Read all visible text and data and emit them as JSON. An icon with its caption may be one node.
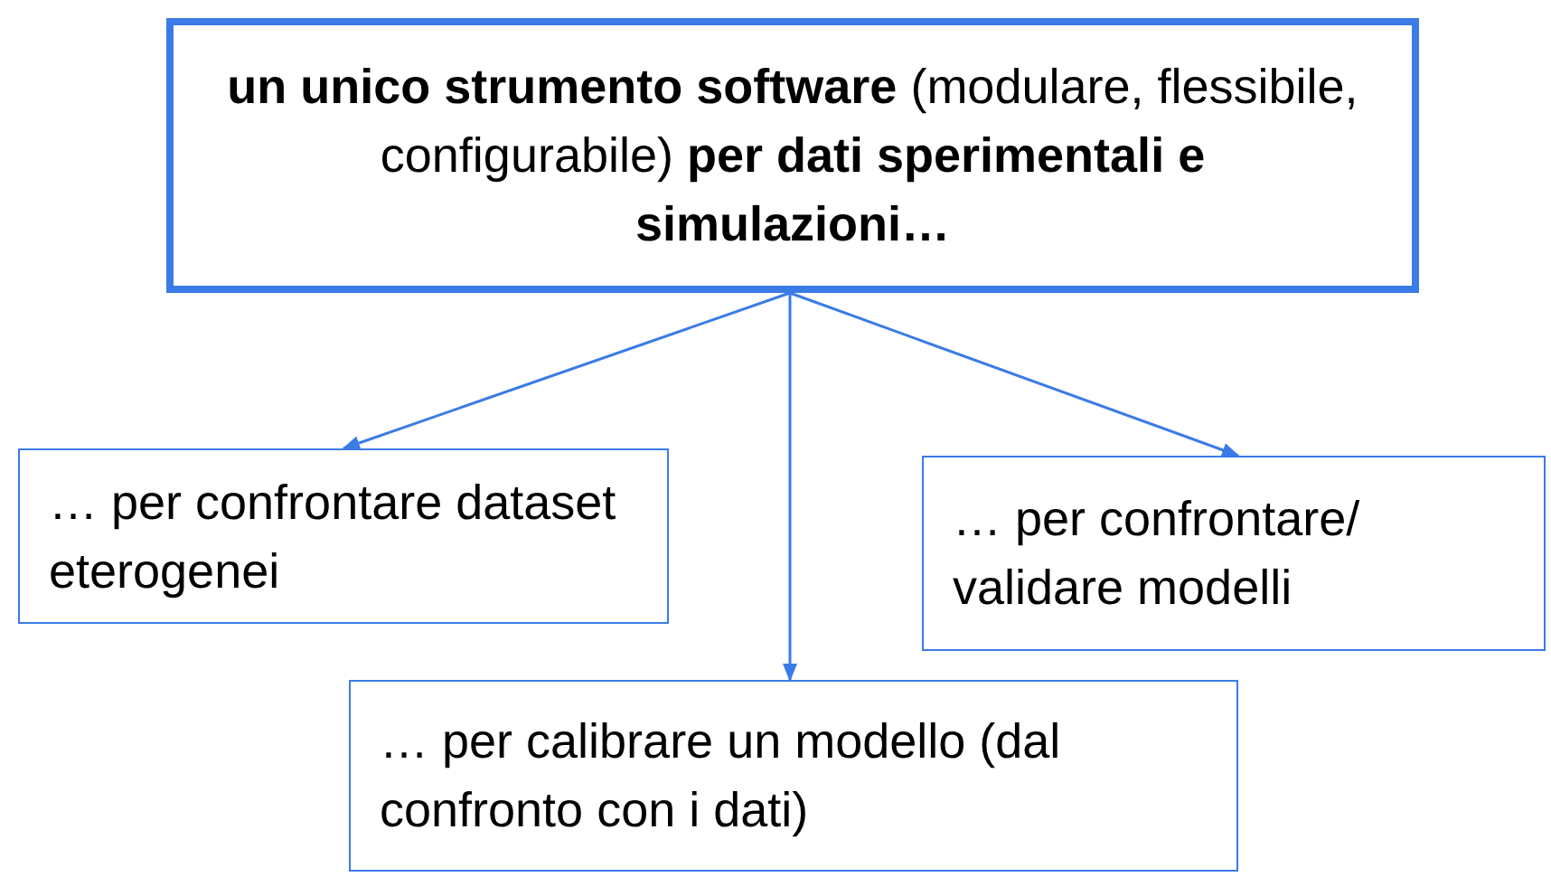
{
  "diagram": {
    "nodes": [
      {
        "text": [
          "**un unico strumento software** (modulare, flessibile, configurabile) **per dati sperimentali e simulazioni…**"
        ]
      },
      {
        "text": [
          "… per confrontare dataset eterogenei"
        ]
      },
      {
        "text": [
          "… per confrontare/ validare modelli"
        ]
      },
      {
        "text": [
          "… per calibrare un modello (dal confronto con i dati)"
        ]
      }
    ],
    "edges": [
      {
        "from": 0,
        "to": 1,
        "arrow": "to"
      },
      {
        "from": 0,
        "to": 3,
        "arrow": "to"
      },
      {
        "from": 0,
        "to": 2,
        "arrow": "to"
      }
    ]
  }
}
